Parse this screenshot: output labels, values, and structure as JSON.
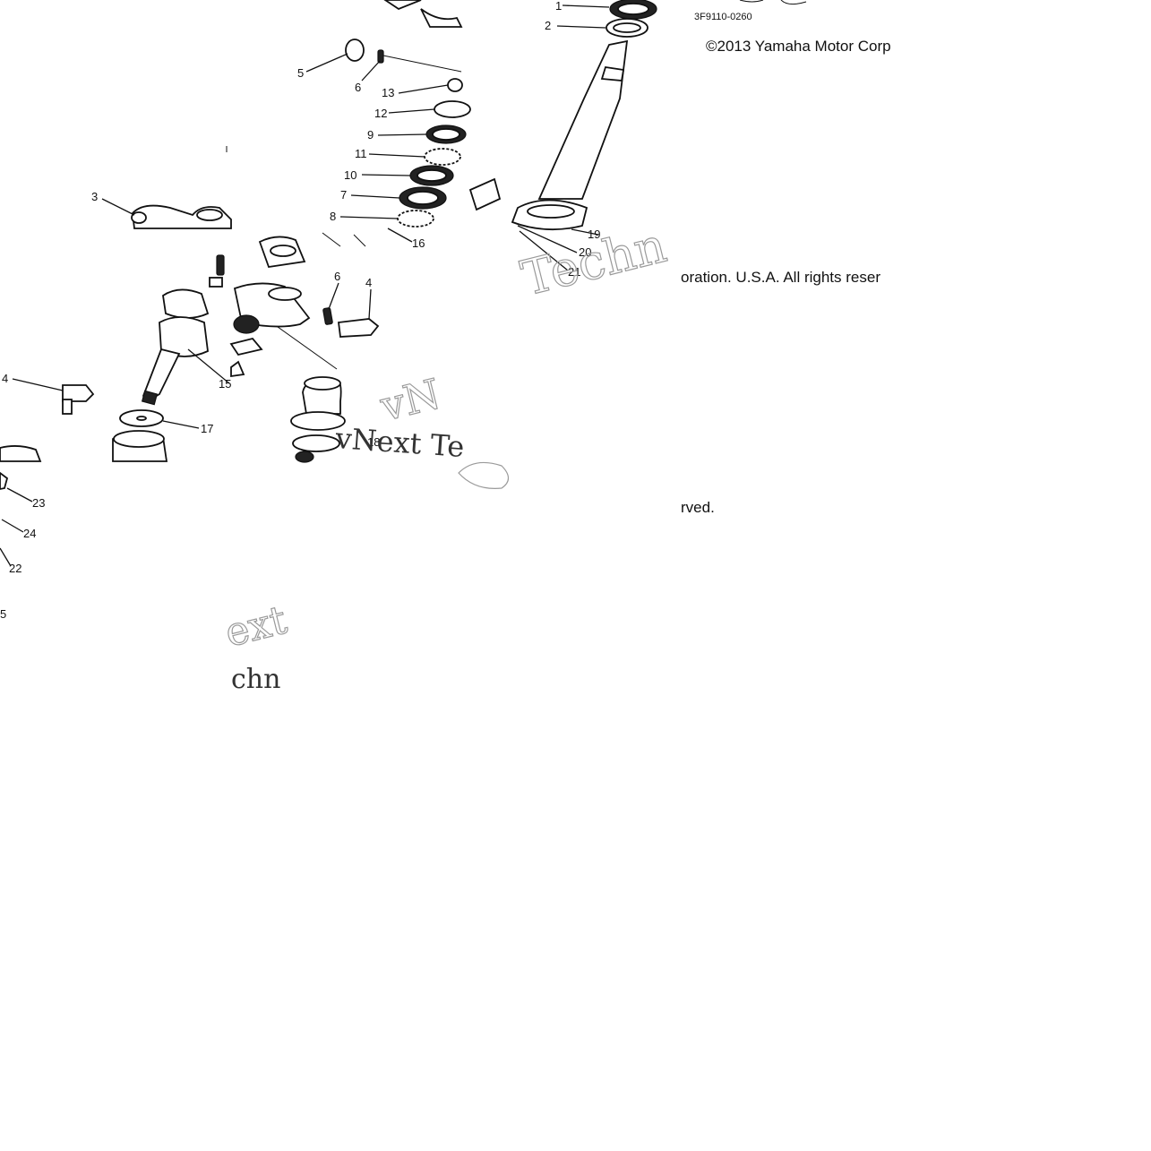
{
  "diagram": {
    "diagram_code": "3F9110-0260",
    "copyright_line1": "©2013 Yamaha Motor Corp",
    "copyright_line2": "oration. U.S.A. All rights reser",
    "copyright_line3": "rved.",
    "watermark": {
      "tile_a": "Techn",
      "tile_b": "vNext Te",
      "tile_c": "vN",
      "tile_d": "ext",
      "tile_e": "chn"
    },
    "callouts": {
      "c1": "1",
      "c2": "2",
      "c3": "3",
      "c4": "4",
      "c5": "5",
      "c6a": "6",
      "c6b": "6",
      "c7": "7",
      "c8": "8",
      "c9": "9",
      "c10": "10",
      "c11": "11",
      "c12": "12",
      "c13": "13",
      "c14": "4",
      "c15": "15",
      "c16": "16",
      "c17": "17",
      "c18": "18",
      "c19": "19",
      "c20": "20",
      "c21": "21",
      "c22": "22",
      "c23": "23",
      "c24": "24",
      "c25": "5"
    }
  }
}
